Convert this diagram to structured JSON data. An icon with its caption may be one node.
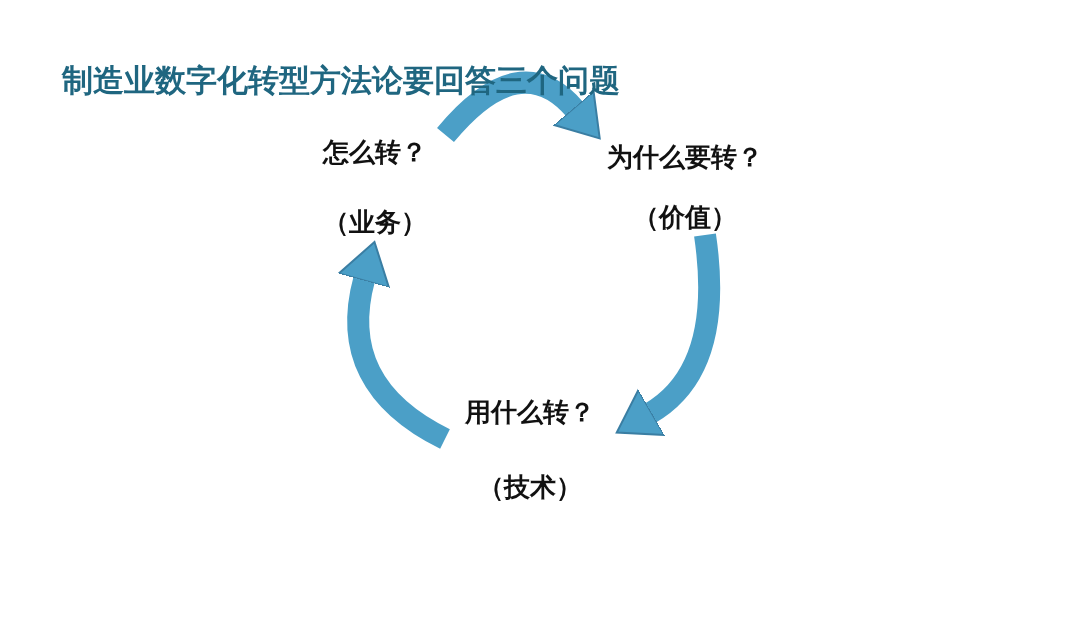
{
  "diagram": {
    "title": "制造业数字化转型方法论要回答三个问题",
    "nodes": [
      {
        "text": [
          "怎么转？",
          "（业务）"
        ]
      },
      {
        "text": [
          "为什么要转？",
          "（价值）"
        ]
      },
      {
        "text": [
          "用什么转？",
          "（技术）"
        ]
      }
    ],
    "edges": [
      {
        "from": 0,
        "to": 1,
        "arrow": "to"
      },
      {
        "from": 1,
        "to": 2,
        "arrow": "to"
      },
      {
        "from": 2,
        "to": 0,
        "arrow": "to"
      }
    ]
  }
}
